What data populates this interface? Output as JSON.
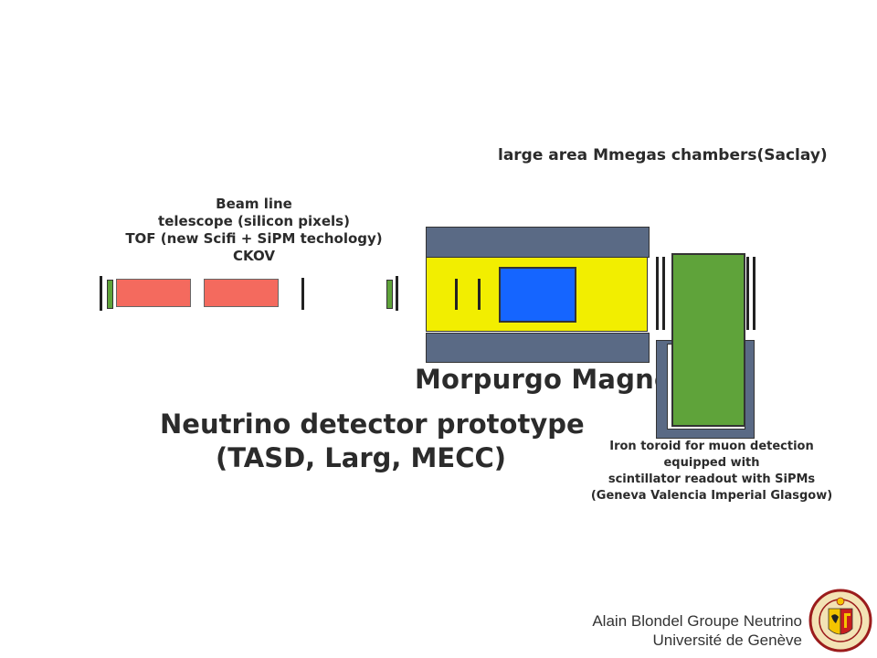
{
  "labels": {
    "beam_line": [
      "Beam line",
      "telescope (silicon pixels)",
      "TOF (new Scifi + SiPM techology)",
      "CKOV"
    ],
    "mmegas": "large area Mmegas chambers(Saclay)",
    "morpurgo": "Morpurgo Magnet",
    "neutrino": [
      "Neutrino detector prototype",
      "(TASD, Larg, MECC)"
    ],
    "iron_toroid": [
      "Iron toroid for muon detection",
      "equipped with",
      "scintillator readout with SiPMs",
      "(Geneva Valencia Imperial Glasgow)"
    ]
  },
  "footer": {
    "author": "Alain Blondel Groupe Neutrino",
    "affiliation": "Université de Genève"
  },
  "colors": {
    "red_block": "#f46a5e",
    "green_element": "#5fa33a",
    "yellow": "#f2ee00",
    "blue": "#1565ff",
    "slate": "#5a6a85",
    "dark": "#222222"
  }
}
